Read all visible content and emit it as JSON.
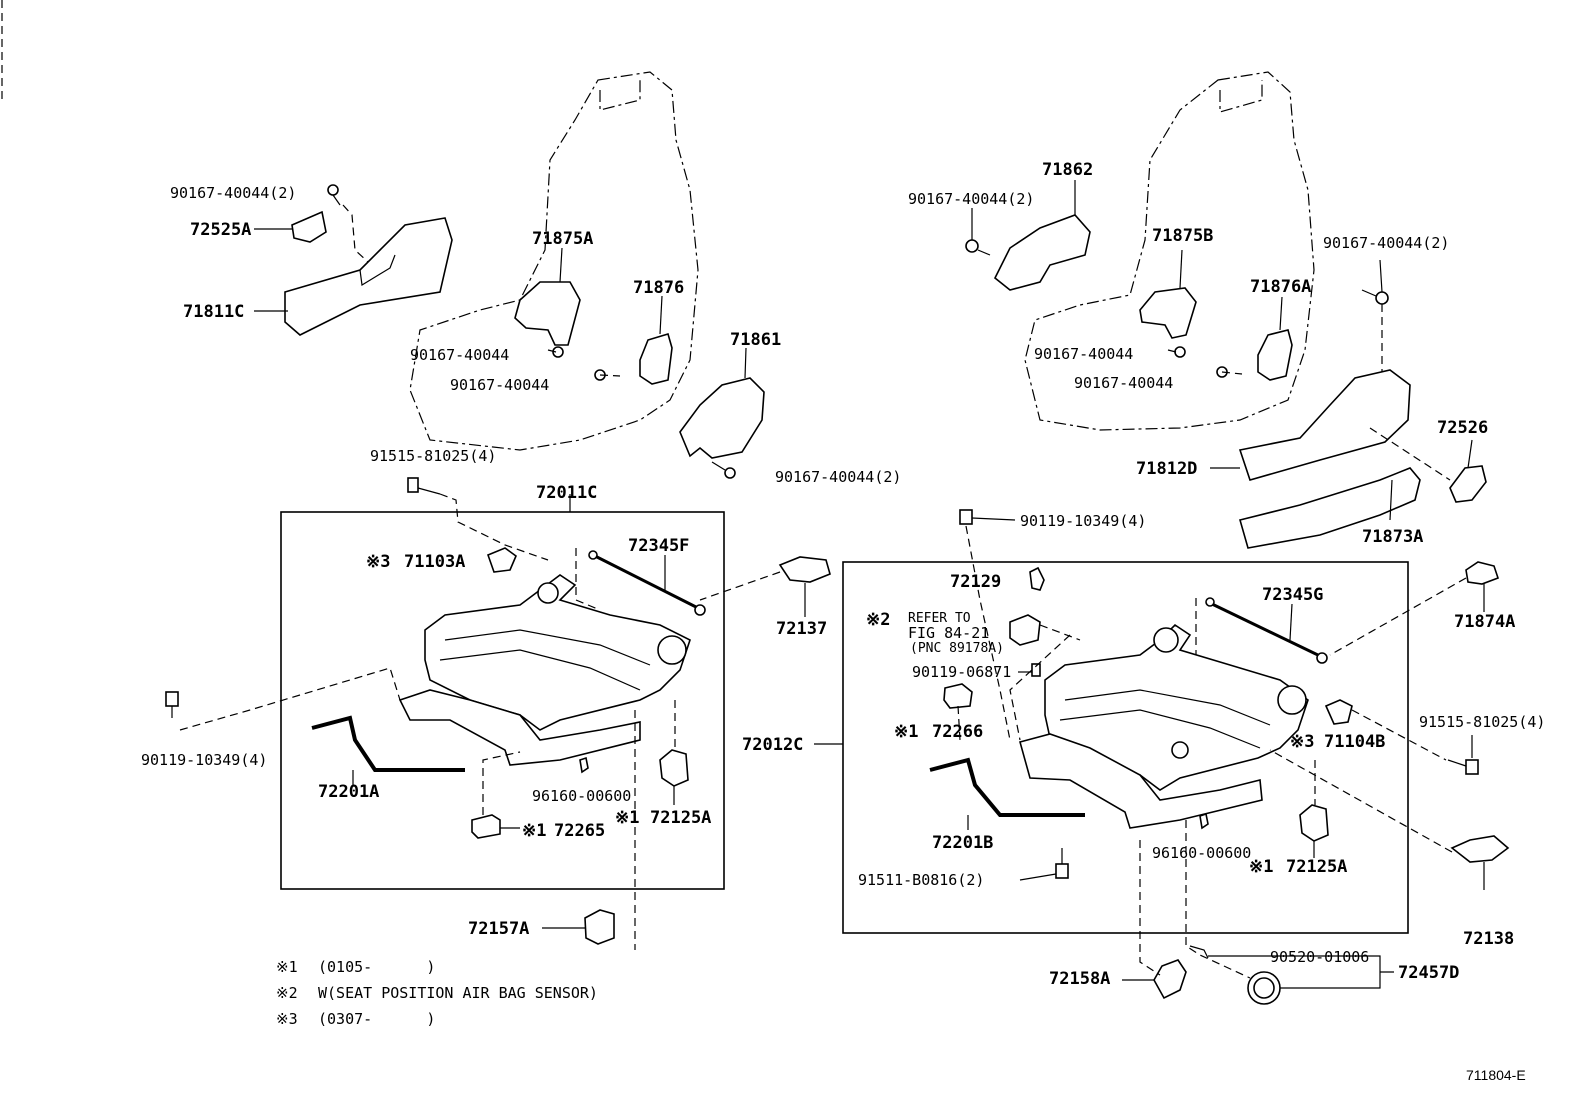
{
  "labels": {
    "l_90167_40044_2_a": "90167-40044(2)",
    "l_72525A": "72525A",
    "l_71811C": "71811C",
    "l_71875A": "71875A",
    "l_71876": "71876",
    "l_90167_40044_a": "90167-40044",
    "l_90167_40044_b": "90167-40044",
    "l_71861": "71861",
    "l_90167_40044_2_b": "90167-40044(2)",
    "l_91515_81025_4_a": "91515-81025(4)",
    "l_72011C": "72011C",
    "l_71103A": "71103A",
    "l_72345F": "72345F",
    "l_72137": "72137",
    "l_90119_10349_4_a": "90119-10349(4)",
    "l_72201A": "72201A",
    "l_96160_00600_a": "96160-00600",
    "l_72125A_a": "72125A",
    "l_72265": "72265",
    "l_72157A": "72157A",
    "l_71862": "71862",
    "l_90167_40044_2_c": "90167-40044(2)",
    "l_71875B": "71875B",
    "l_71876A": "71876A",
    "l_90167_40044_2_d": "90167-40044(2)",
    "l_90167_40044_c": "90167-40044",
    "l_90167_40044_d": "90167-40044",
    "l_72526": "72526",
    "l_71812D": "71812D",
    "l_71873A": "71873A",
    "l_90119_10349_4_b": "90119-10349(4)",
    "l_72129": "72129",
    "l_refer_to": "REFER TO",
    "l_fig_84_21": "FIG 84-21",
    "l_pnc": "(PNC 89178A)",
    "l_90119_06871": "90119-06871",
    "l_72266": "72266",
    "l_72345G": "72345G",
    "l_71874A": "71874A",
    "l_91515_81025_4_b": "91515-81025(4)",
    "l_71104B": "71104B",
    "l_72012C": "72012C",
    "l_72201B": "72201B",
    "l_96160_00600_b": "96160-00600",
    "l_72125A_b": "72125A",
    "l_91511_B0816_2": "91511-B0816(2)",
    "l_72138": "72138",
    "l_72158A": "72158A",
    "l_90520_01006": "90520-01006",
    "l_72457D": "72457D"
  },
  "marks": {
    "m1": "※1",
    "m2": "※2",
    "m3": "※3"
  },
  "notes": [
    {
      "mark": "※1",
      "text": "(0105-      )"
    },
    {
      "mark": "※2",
      "text": "W(SEAT POSITION AIR BAG SENSOR)"
    },
    {
      "mark": "※3",
      "text": "(0307-      )"
    }
  ],
  "figure_code": "711804-E"
}
